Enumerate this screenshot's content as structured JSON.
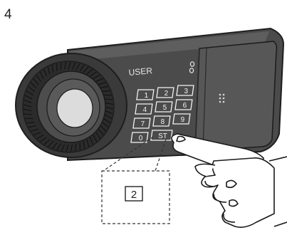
{
  "step_number": "4",
  "panel_label": "USER",
  "keys": [
    "1",
    "2",
    "3",
    "4",
    "5",
    "6",
    "7",
    "8",
    "9",
    "0",
    "ST"
  ],
  "callout_label": "2",
  "colors": {
    "body": "#4b4b4b",
    "body_light": "#5e5e5e",
    "edge": "#1e1e1e",
    "knob_face": "#dcdcdc",
    "key_outline": "#f2f2f2"
  },
  "icons": [
    "led-icon",
    "speaker-grille-icon",
    "hand-icon"
  ]
}
